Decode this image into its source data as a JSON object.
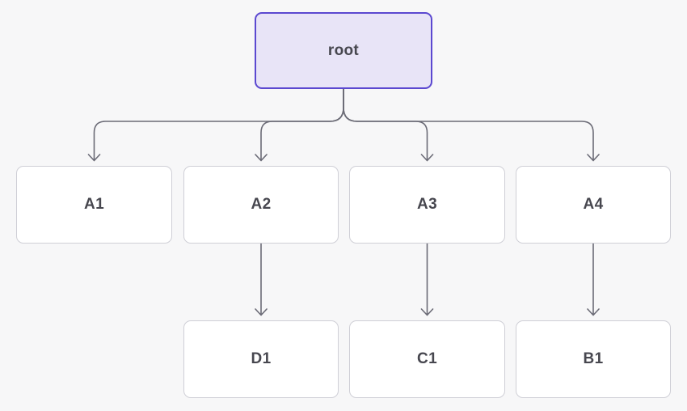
{
  "colors": {
    "background": "#f7f7f8",
    "edge": "#6b6b76",
    "root_fill": "#e8e4f7",
    "root_border": "#5b48d0",
    "node_fill": "#ffffff",
    "node_border": "#cfcfd6",
    "text": "#47474f"
  },
  "nodes": {
    "root": {
      "label": "root"
    },
    "a1": {
      "label": "A1"
    },
    "a2": {
      "label": "A2"
    },
    "a3": {
      "label": "A3"
    },
    "a4": {
      "label": "A4"
    },
    "d1": {
      "label": "D1"
    },
    "c1": {
      "label": "C1"
    },
    "b1": {
      "label": "B1"
    }
  },
  "edges": [
    {
      "from": "root",
      "to": "A1"
    },
    {
      "from": "root",
      "to": "A2"
    },
    {
      "from": "root",
      "to": "A3"
    },
    {
      "from": "root",
      "to": "A4"
    },
    {
      "from": "A2",
      "to": "D1"
    },
    {
      "from": "A3",
      "to": "C1"
    },
    {
      "from": "A4",
      "to": "B1"
    }
  ]
}
